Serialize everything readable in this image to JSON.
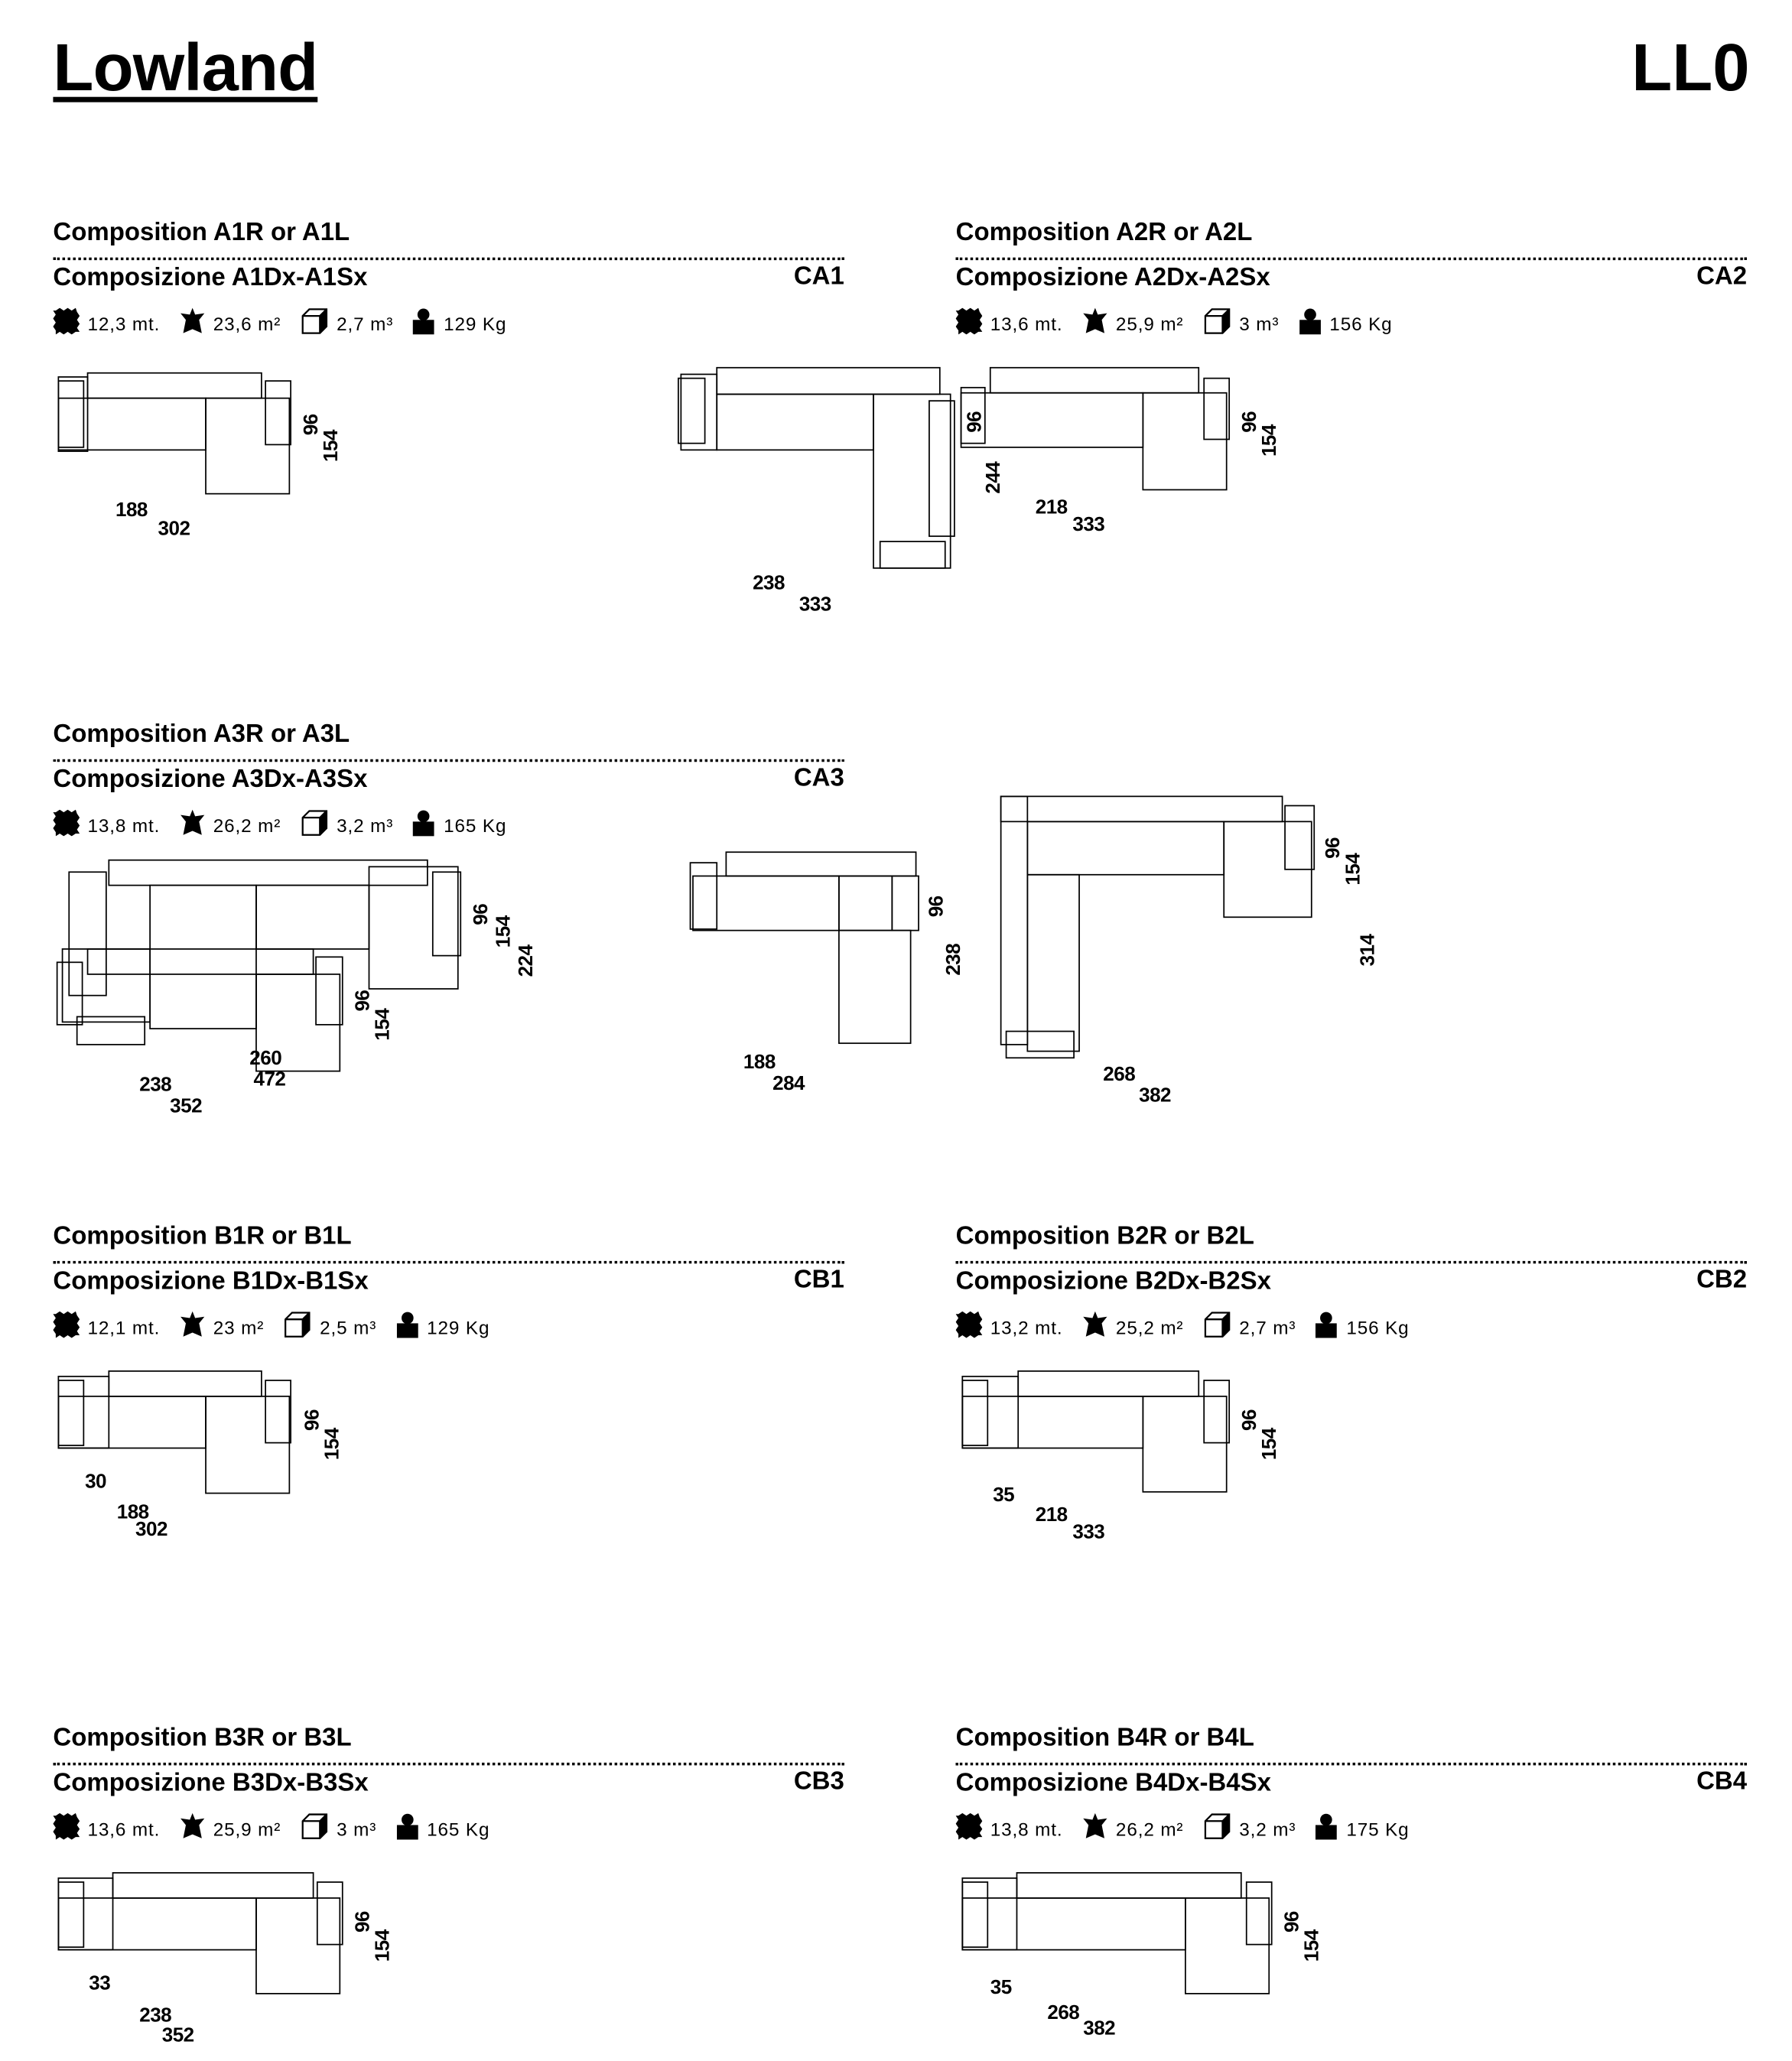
{
  "header": {
    "brand": "Lowland",
    "code": "LL0"
  },
  "compositions": [
    {
      "title": "Composition A1R or A1L",
      "subtitle": "Composizione A1Dx-A1Sx",
      "code": "CA1",
      "stats": {
        "fabric": "12,3 mt.",
        "leather": "23,6 m²",
        "volume": "2,7 m³",
        "weight": "129 Kg"
      }
    },
    {
      "title": "Composition A2R or A2L",
      "subtitle": "Composizione A2Dx-A2Sx",
      "code": "CA2",
      "stats": {
        "fabric": "13,6 mt.",
        "leather": "25,9 m²",
        "volume": "3 m³",
        "weight": "156 Kg"
      }
    },
    {
      "title": "Composition A3R or A3L",
      "subtitle": "Composizione A3Dx-A3Sx",
      "code": "CA3",
      "stats": {
        "fabric": "13,8 mt.",
        "leather": "26,2 m²",
        "volume": "3,2 m³",
        "weight": "165 Kg"
      }
    },
    {
      "title": "Composition B1R or B1L",
      "subtitle": "Composizione B1Dx-B1Sx",
      "code": "CB1",
      "stats": {
        "fabric": "12,1 mt.",
        "leather": "23 m²",
        "volume": "2,5 m³",
        "weight": "129 Kg"
      }
    },
    {
      "title": "Composition B2R or B2L",
      "subtitle": "Composizione B2Dx-B2Sx",
      "code": "CB2",
      "stats": {
        "fabric": "13,2 mt.",
        "leather": "25,2 m²",
        "volume": "2,7 m³",
        "weight": "156 Kg"
      }
    },
    {
      "title": "Composition B3R or B3L",
      "subtitle": "Composizione B3Dx-B3Sx",
      "code": "CB3",
      "stats": {
        "fabric": "13,6 mt.",
        "leather": "25,9 m²",
        "volume": "3 m³",
        "weight": "165 Kg"
      }
    },
    {
      "title": "Composition B4R or B4L",
      "subtitle": "Composizione B4Dx-B4Sx",
      "code": "CB4",
      "stats": {
        "fabric": "13,8 mt.",
        "leather": "26,2 m²",
        "volume": "3,2 m³",
        "weight": "175 Kg"
      }
    }
  ],
  "dimensions": {
    "a1": [
      "96",
      "154",
      "188",
      "302"
    ],
    "a2_left": [
      "238",
      "333",
      "244"
    ],
    "a2_right": [
      "96",
      "96",
      "154",
      "218",
      "333"
    ],
    "a3_main": [
      "96",
      "154",
      "224",
      "96",
      "154",
      "260",
      "472",
      "238",
      "352"
    ],
    "a3_side": [
      "96",
      "238",
      "188",
      "284"
    ],
    "a3_lower": [
      "96",
      "154",
      "314",
      "268",
      "382"
    ],
    "b1": [
      "96",
      "154",
      "30",
      "188",
      "302"
    ],
    "b2": [
      "96",
      "154",
      "35",
      "218",
      "333"
    ],
    "b3": [
      "96",
      "154",
      "33",
      "238",
      "352"
    ],
    "b4": [
      "96",
      "154",
      "35",
      "268",
      "382"
    ]
  },
  "icons": [
    "fabric-icon",
    "leather-icon",
    "volume-icon",
    "weight-icon"
  ]
}
